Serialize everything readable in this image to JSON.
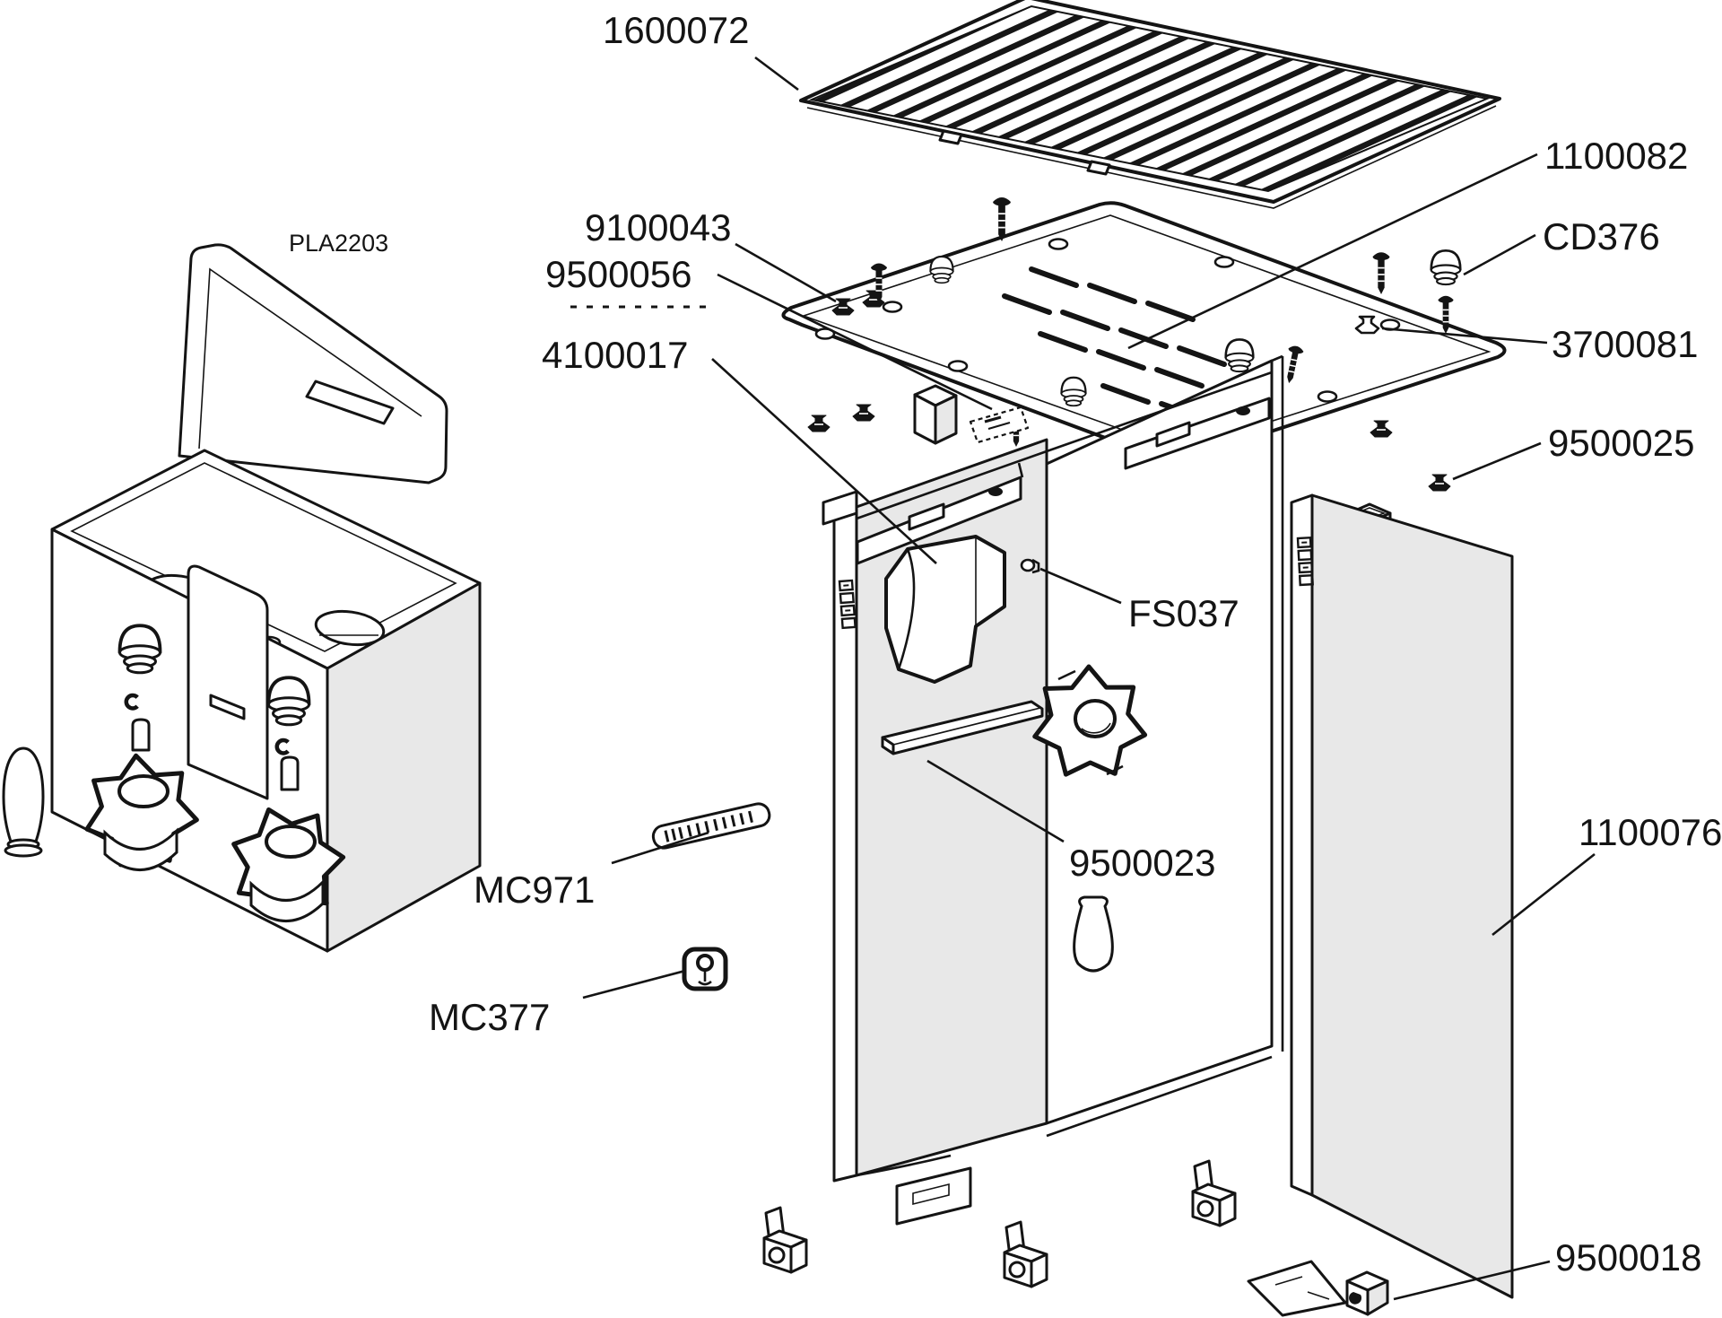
{
  "diagram": {
    "assembly_code": "PLA2203",
    "labels": {
      "grille": "1600072",
      "screw_caps": "9100043",
      "rating_label": "9500056",
      "tap_assembly": "4100017",
      "top_plate": "1100082",
      "cap_nut": "CD376",
      "clip": "3700081",
      "push_rivet": "9500025",
      "panel_screw": "FS037",
      "square_rod": "9500023",
      "sticker": "MC971",
      "grommet": "MC377",
      "side_panel": "1100076",
      "foot": "9500018"
    }
  },
  "colors": {
    "line": "#141414",
    "panel_gray": "#e8e8e8",
    "background": "#ffffff"
  }
}
